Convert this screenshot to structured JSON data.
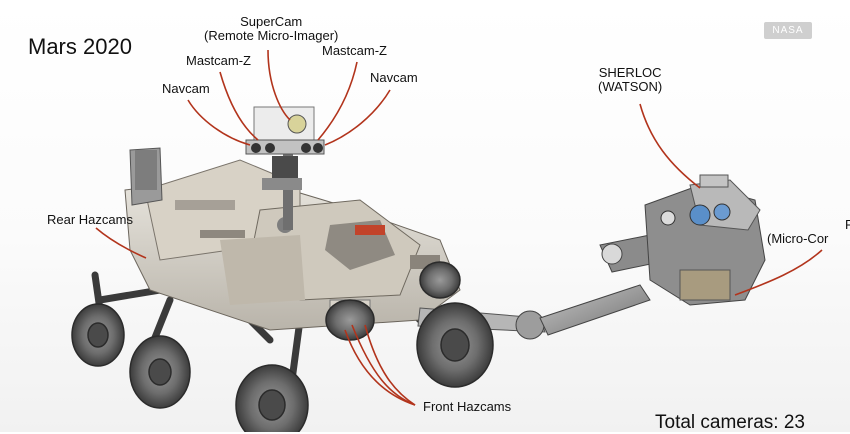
{
  "title": "Mars 2020",
  "watermark": "NASA",
  "labels": {
    "supercam_line1": "SuperCam",
    "supercam_line2": "(Remote Micro-Imager)",
    "mastcam_left": "Mastcam-Z",
    "mastcam_right": "Mastcam-Z",
    "navcam_left": "Navcam",
    "navcam_right": "Navcam",
    "sherloc_line1": "SHERLOC",
    "sherloc_line2": "(WATSON)",
    "pixl_line1": "P",
    "pixl_line2": "(Micro-Cor",
    "rear_hazcams": "Rear Hazcams",
    "front_hazcams": "Front Hazcams"
  },
  "footer": {
    "total_cameras": "Total cameras:  23"
  },
  "colors": {
    "leader_line": "#b2341c",
    "text": "#111111",
    "background": "#ffffff"
  }
}
